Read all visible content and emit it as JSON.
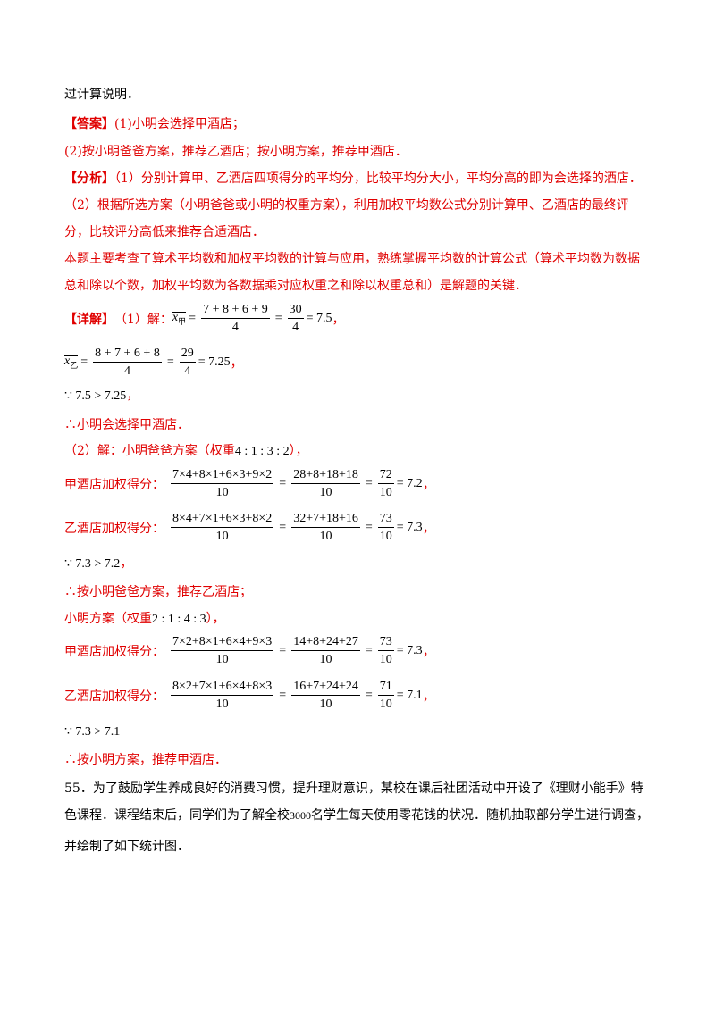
{
  "intro_tail": "过计算说明．",
  "answer": {
    "tag": "【答案】",
    "part1": "(1)小明会选择甲酒店；",
    "part2": "(2)按小明爸爸方案，推荐乙酒店；按小明方案，推荐甲酒店．"
  },
  "analysis": {
    "tag": "【分析】",
    "line1": "（1）分别计算甲、乙酒店四项得分的平均分，比较平均分大小，平均分高的即为会选择的酒店．",
    "line2": "（2）根据所选方案（小明爸爸或小明的权重方案），利用加权平均数公式分别计算甲、乙酒店的最终评",
    "line3": "分，比较评分高低来推荐合适酒店．",
    "line4": "本题主要考查了算术平均数和加权平均数的计算与应用，熟练掌握平均数的计算公式（算术平均数为数据",
    "line5": "总和除以个数，加权平均数为各数据乘对应权重之和除以权重总和）是解题的关键．"
  },
  "detail": {
    "tag": "【详解】",
    "part1_label": "（1）解：",
    "xbar_jia": {
      "var": "x",
      "sub": "甲",
      "num1": "7 + 8 + 6 + 9",
      "den1": "4",
      "num2": "30",
      "den2": "4",
      "result": "= 7.5",
      "tail": "，"
    },
    "xbar_yi": {
      "var": "x",
      "sub": "乙",
      "num1": "8 + 7 + 6 + 8",
      "den1": "4",
      "num2": "29",
      "den2": "4",
      "result": "= 7.25",
      "tail": "，"
    },
    "compare1": "∵ 7.5 > 7.25",
    "compare1_tail": "，",
    "conclude1": "∴小明会选择甲酒店．",
    "part2_label": "（2）解：小明爸爸方案（权重",
    "part2_weights": "4 : 1 : 3 : 2",
    "part2_tail": "），",
    "dad_jia": {
      "label": "甲酒店加权得分：",
      "num1": "7×4+8×1+6×3+9×2",
      "den1": "10",
      "num2": "28+8+18+18",
      "den2": "10",
      "num3": "72",
      "den3": "10",
      "result": "= 7.2",
      "tail": "，"
    },
    "dad_yi": {
      "label": "乙酒店加权得分：",
      "num1": "8×4+7×1+6×3+8×2",
      "den1": "10",
      "num2": "32+7+18+16",
      "den2": "10",
      "num3": "73",
      "den3": "10",
      "result": "= 7.3",
      "tail": "，"
    },
    "compare2": "∵ 7.3 > 7.2",
    "compare2_tail": "，",
    "conclude2": "∴按小明爸爸方案，推荐乙酒店；",
    "xm_label": "小明方案（权重",
    "xm_weights": "2 : 1 : 4 : 3",
    "xm_tail": "），",
    "xm_jia": {
      "label": "甲酒店加权得分：",
      "num1": "7×2+8×1+6×4+9×3",
      "den1": "10",
      "num2": "14+8+24+27",
      "den2": "10",
      "num3": "73",
      "den3": "10",
      "result": "= 7.3",
      "tail": "，"
    },
    "xm_yi": {
      "label": "乙酒店加权得分：",
      "num1": "8×2+7×1+6×4+8×3",
      "den1": "10",
      "num2": "16+7+24+24",
      "den2": "10",
      "num3": "71",
      "den3": "10",
      "result": "= 7.1",
      "tail": "，"
    },
    "compare3": "∵ 7.3 > 7.1",
    "conclude3": "∴按小明方案，推荐甲酒店．"
  },
  "q55": {
    "line1": "55．为了鼓励学生养成良好的消费习惯，提升理财意识，某校在课后社团活动中开设了《理财小能手》特",
    "line2a": "色课程．课程结束后，同学们为了解全校",
    "line2num": "3000",
    "line2b": "名学生每天使用零花钱的状况．随机抽取部分学生进行调查，",
    "line3": "并绘制了如下统计图．"
  }
}
